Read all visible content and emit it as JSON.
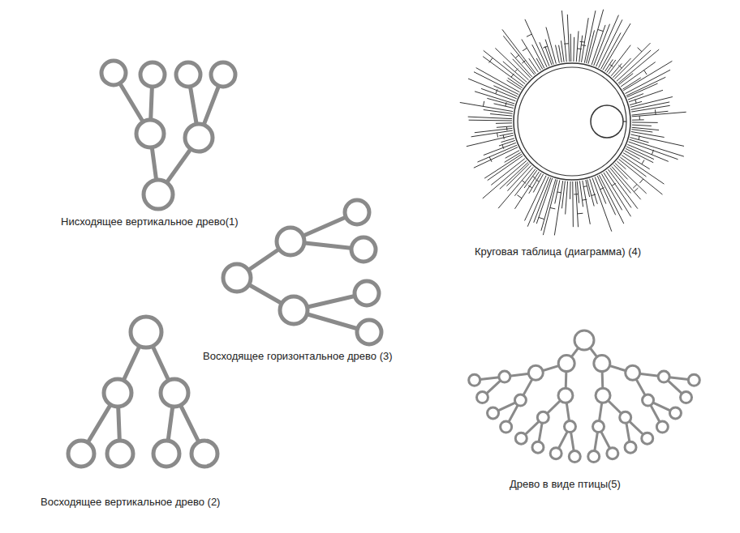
{
  "diagram": {
    "labels": [
      "Нисходящее вертикальное древо(1)",
      "Круговая таблица (диаграмма) (4)",
      "Восходящее горизонтальное древо (3)",
      "Древо в виде птицы(5)",
      "Восходящее вертикальное древо (2)"
    ]
  }
}
